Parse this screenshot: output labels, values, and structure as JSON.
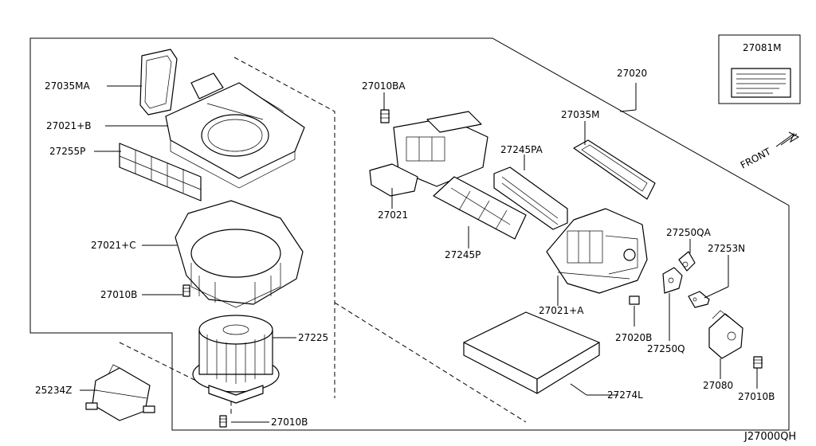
{
  "labels": {
    "p27035MA": "27035MA",
    "p27021B": "27021+B",
    "p27255P": "27255P",
    "p27021C": "27021+C",
    "p27010B_left": "27010B",
    "p27225": "27225",
    "p25234Z": "25234Z",
    "p27010B_bottom": "27010B",
    "p27010BA": "27010BA",
    "p27021": "27021",
    "p27020": "27020",
    "p27035M": "27035M",
    "p27245PA": "27245PA",
    "p27245P": "27245P",
    "p27081M": "27081M",
    "front": "FRONT",
    "p27250QA": "27250QA",
    "p27253N": "27253N",
    "p27021A": "27021+A",
    "p27020B": "27020B",
    "p27250Q": "27250Q",
    "p27274L": "27274L",
    "p27080": "27080",
    "p27010B_right": "27010B",
    "diagram_code": "J27000QH"
  }
}
